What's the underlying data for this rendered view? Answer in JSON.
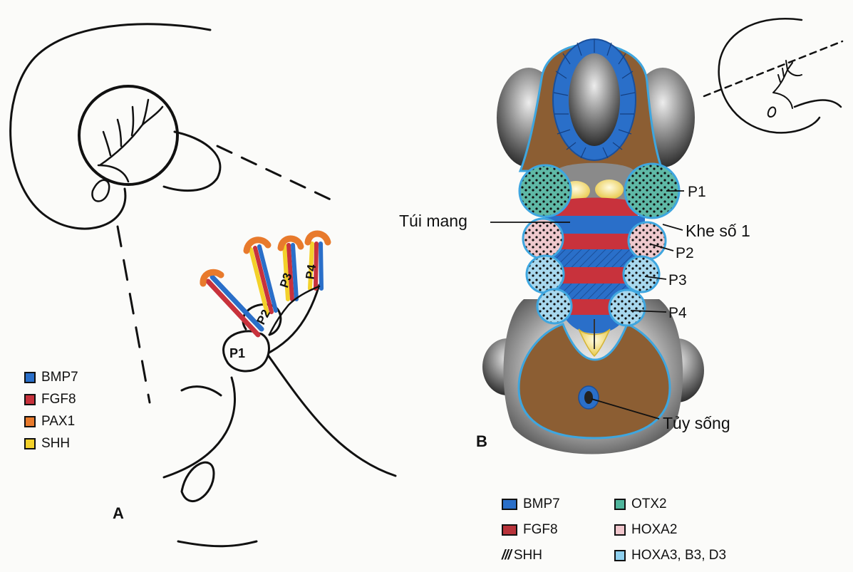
{
  "panel_a": {
    "letter": "A",
    "pouch_labels": [
      "P1",
      "P2",
      "P3",
      "P4"
    ],
    "legend": [
      {
        "label": "BMP7",
        "color": "#2a6fc9"
      },
      {
        "label": "FGF8",
        "color": "#c8323c"
      },
      {
        "label": "PAX1",
        "color": "#e87a2c"
      },
      {
        "label": "SHH",
        "color": "#f3d12a"
      }
    ]
  },
  "panel_b": {
    "letter": "B",
    "arch_labels": [
      "P1",
      "P2",
      "P3",
      "P4"
    ],
    "callouts": {
      "pouch": "Túi mang",
      "cleft": "Khe số 1",
      "cord": "Tủy sống"
    },
    "legend_left": [
      {
        "label": "BMP7",
        "color": "#2a6fc9"
      },
      {
        "label": "FGF8",
        "color": "#b8333a"
      },
      {
        "label": "SHH",
        "marker": "///"
      }
    ],
    "legend_right": [
      {
        "label": "OTX2",
        "color": "#4fb59c"
      },
      {
        "label": "HOXA2",
        "color": "#f0c6cc"
      },
      {
        "label": "HOXA3, B3, D3",
        "color": "#8fd0ee"
      }
    ]
  },
  "colors": {
    "bmp7": "#2a6fc9",
    "fgf8": "#c8323c",
    "pax1": "#e87a2c",
    "shh": "#f3d12a",
    "mesenchyme": "#8c5e33",
    "ectoderm": "#3ea6df"
  }
}
